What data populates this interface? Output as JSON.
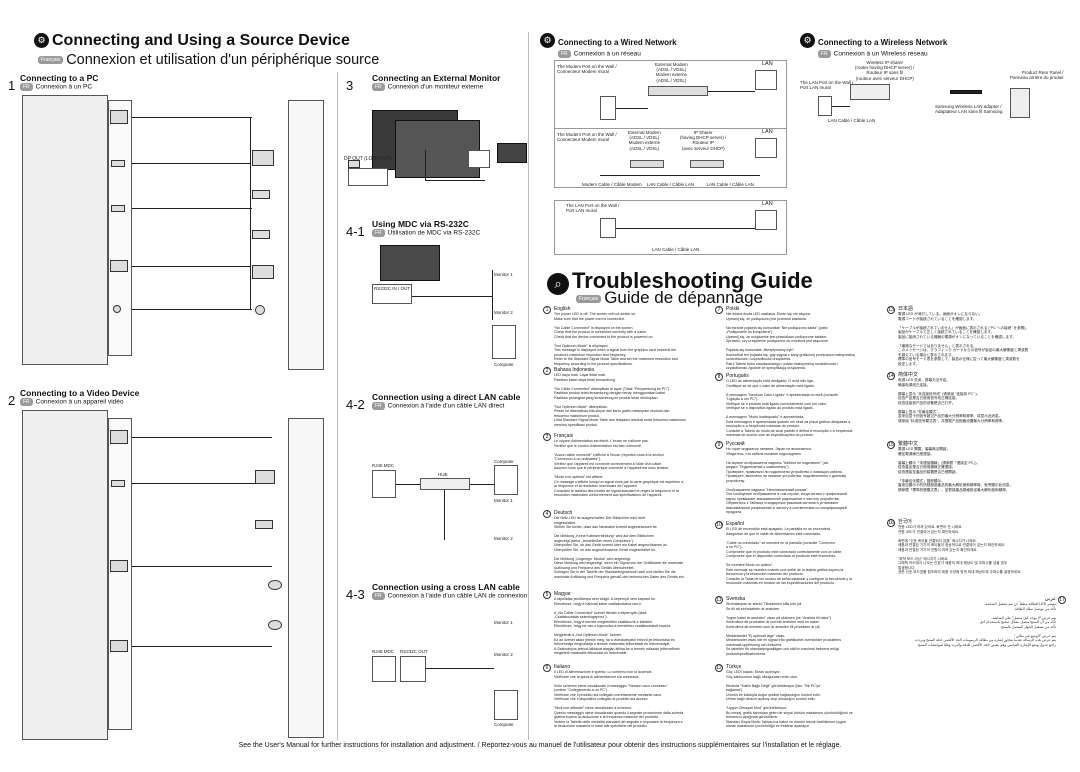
{
  "source": {
    "title": "Connecting and Using a Source Device",
    "badge": "Français",
    "title_fr": "Connexion et utilisation d'un périphérique source"
  },
  "pc": {
    "num": "1",
    "title": "Connecting to a PC",
    "title_fr": "Connexion à un PC"
  },
  "video": {
    "num": "2",
    "title": "Connecting to a Video Device",
    "title_fr": "Connexion à un appareil vidéo"
  },
  "monitor": {
    "num": "3",
    "title": "Connecting an External Monitor",
    "title_fr": "Connexion d'un moniteur externe",
    "dp_out": "DP OUT (LOOPOUT)"
  },
  "mdc": {
    "num": "4-1",
    "title": "Using MDC via RS-232C",
    "title_fr": "Utilisation de MDC via RS-232C",
    "port": "RS232C IN / OUT",
    "monitor1": "Monitor 1",
    "monitor2": "Monitor 2",
    "computer": "Computer"
  },
  "lan_direct": {
    "num": "4-2",
    "title": "Connection using a direct LAN cable",
    "title_fr": "Connexion à l'aide d'un câble LAN direct",
    "rj45": "RJ45 MDC",
    "hub": "HUB",
    "computer": "Computer",
    "monitor1": "Monitor 1",
    "monitor2": "Monitor 2"
  },
  "lan_cross": {
    "num": "4-3",
    "title": "Connection using a cross LAN cable",
    "title_fr": "Connexion à l'aide d'un câble LAN de connexion",
    "rj45": "RJ45 MDC",
    "rs232c": "RS232C OUT",
    "monitor1": "Monitor 1",
    "monitor2": "Monitor 2",
    "computer": "Computer"
  },
  "wired": {
    "title": "Connecting to a Wired Network",
    "title_fr": "Connexion à un réseau",
    "d1": {
      "wall": "The Modem Port on the Wall /\nConnecteur Modem mural",
      "ext": "External Modem\n(ADSL / VDSL)\nModem externe\n(ADSL / VDSL)",
      "lan": "LAN",
      "cable": "Modem Cable / Câble Modem",
      "lan_cable": "LAN Cable / Câble LAN"
    },
    "d2": {
      "wall": "The Modem Port on the Wall /\nConnecteur Modem mural",
      "ext": "External Modem\n(ADSL / VDSL)\nModem externe\n(ADSL / VDSL)",
      "sharer": "IP Sharer\n(having DHCP server) /\nRouteur IP\n(avec serveur DHCP)",
      "lan": "LAN",
      "cables": "Modem Cable / Câble Modem    LAN Cable / Câble LAN          LAN Cable / Câble LAN"
    },
    "d3": {
      "wall": "The LAN Port on the Wall /\nPort LAN mural",
      "lan": "LAN",
      "cable": "LAN Cable / Câble LAN"
    }
  },
  "wireless": {
    "title": "Connecting to a Wireless Network",
    "title_fr": "Connexion à un Wireless réseau",
    "sharer": "Wireless IP sharer\n(router having DHCP server) /\nRouteur IP sans fil\n(routeur avec serveur DHCP)",
    "wall": "The LAN Port on the Wall /\nPort LAN mural",
    "rear": "Product Rear Panel /\nPanneau arrière du produit",
    "adapter": "Samsung Wireless LAN adapter /\nAdaptateur LAN sans fil Samsung",
    "cable": "LAN Cable / Câble LAN"
  },
  "trouble": {
    "title": "Troubleshooting Guide",
    "title_fr": "Guide de dépannage"
  },
  "langs": [
    {
      "name": "English",
      "txt": "The power LED is off. The screen will not switch on.\nMake sure that the power cord is connected.\n\n\"No Cable Connected\" is displayed on the screen.\nCheck that the product is connected correctly with a cable.\nCheck that the device connected to the product is powered on.\n\n\"Not Optimum Mode\" is displayed.\nThis message is displayed when a signal from the graphics card exceeds the\nproduct's maximum resolution and frequency.\nRefer to the Standard Signal Mode Table and set the maximum resolution and\nfrequency according to the product specifications."
    },
    {
      "name": "Bahasa Indonesia",
      "txt": "LED daya mati. Layar tidak mati.\nPastikan kabel daya telah tersambung.\n\n\"No Cable Connected\" ditampilkan di layar (Tidak \"Penyambung ke PC\").\nPastikan produk telah tersambung dengan benar menggunakan kabel.\nPastikan perangkat yang tersambung ke produk telah dihidupkan.\n\n\"Not Optimum Mode\" ditampilkan.\nPesan ini ditampilkan bila sinyal dari kartu grafis melampaui resolusi dan\nfrekuensi maksimum produk.\nLihat Standard Signal Mode Table dan tetapkan resolusi serta frekuensi maksimum\nmenurut spesifikasi produk."
    },
    {
      "name": "Français",
      "txt": "Le voyant d'alimentation est éteint. L'écran ne s'allume pas.\nVérifiez que le cordon d'alimentation est bien connecté.\n\n\"Aucun câble connecté\" s'affiche à l'écran (reportez-vous à la section\n\"Connexion à un ordinateur\").\nVérifiez que l'appareil est connecté correctement à l'aide d'un câble.\nAssurez-vous que le périphérique connecté à l'appareil est sous tension.\n\n\"Mode non optimal\" est affiché.\nCe message s'affiche lorsqu'un signal émis par la carte graphique est supérieur à\nla fréquence et la résolution maximales de l'appareil.\nConsultez le tableau des modes de signal standard et réglez la fréquence et la\nrésolution maximales conformément aux spécifications de l'appareil."
    },
    {
      "name": "Deutsch",
      "txt": "Die Netz-LED ist ausgeschaltet. Der Bildschirm wird nicht\neingeschaltet.\nStellen Sie sicher, dass das Netzkabel korrekt angeschlossen ist.\n\nDie Meldung „Keine Kabelverbindung\" wird auf dem Bildschirm\nangezeigt (siehe „Anschließen eines Computers\").\nÜberprüfen Sie, ob das Gerät korrekt über ein Kabel angeschlossen ist.\nÜberprüfen Sie, ob das angeschlossene Gerät eingeschaltet ist.\n\nDie Meldung „Ungeeign. Modus\" wird angezeigt.\nDiese Meldung wird angezeigt, wenn ein Signal von der Grafikkarte die maximale\nAuflösung und Frequenz des Geräts überschreitet.\nSchlagen Sie in der Tabelle der Standardsignalmodi nach und stellen Sie die\nmaximale Auflösung und Frequenz gemäß den technischen Daten des Geräts ein."
    },
    {
      "name": "Magyar",
      "txt": "A tápellátás jelzőlámpa nem világít. A képernyő nem kapcsol be.\nEllenőrizze, hogy a hálózati kábel csatlakoztatva van-e.\n\nA „No Cable Connected\" üzenet látható a képernyőn (lásd:\n„Csatlakoztatás számítógéphez\").\nEllenőrizze, hogy a termék megfelelően csatlakozik-e kábellel.\nEllenőrizze, hogy be van-e kapcsolva a termékhez csatlakoztatott eszköz.\n\nMegjelenik a „Not Optimum Mode\" üzenet.\nEz az üzenet akkor jelenik meg, ha a videokártyától érkező jel felbontása és\nfrekvenciája meghaladja a termék maximális felbontását és frekvenciáját.\nA Szabványos jelmód táblázat alapján állítsa be a termék műszaki jellemzőinek\nmegfelelő maximális felbontást és frekvenciát."
    },
    {
      "name": "Italiano",
      "txt": "Il LED di alimentazione è spento. Lo schermo non si accende.\nVerificare che la spina di alimentazione sia connessa.\n\nSullo schermo viene visualizzato il messaggio \"Nessun cavo connesso\"\n(vedere \"Collegamento a un PC\").\nVerificare che il prodotto sia collegato correttamente mediante cavo.\nVerificare che il dispositivo collegato al prodotto sia acceso.\n\n\"Mod non ottimale\" viene visualizzato a schermo.\nQuesto messaggio viene visualizzato quando il segnale proveniente dalla scheda\ngrafica supera la risoluzione e la frequenza massime del prodotto.\nVedere la Tabella delle modalità standard del segnale e impostare la frequenza e\nla risoluzione massima in base alle specifiche del prodotto."
    },
    {
      "name": "Polski",
      "txt": "Nie świeci dioda LED zasilania. Ekran się nie włącza.\nUpewnij się, że podłączono jest przewód zasilania.\n\nNa ekranie pojawia się komunikat \"Nie podłączono kabla\" (patrz\n„Podłączanie do komputera\").\nUpewnij się, że urządzenie jest prawidłowo podłączone kablem.\nSprawdź, czy urządzenie podłączone do monitora jest włączone.\n\nPojawia się komunikat „Nieoptymalny tryb\".\nKomunikat ten pojawia się, gdy sygnał z karty graficznej przekracza maksymalną\nrozdzielczość i częstotliwość urządzenia.\nPatrz Tabela trybu standardowego i ustaw maksymalną rozdzielczość i\nczęstotliwość zgodnie ze specyfikacją urządzenia."
    },
    {
      "name": "Português",
      "txt": "O LED de alimentação está desligado. O ecrã não liga.\nCertifique-se de que o cabo de alimentação está ligado.\n\nA mensagem \"Nenhum Cabo Ligado\" é apresentada no ecrã (consulte\n\"Ligação a um PC\").\nVerifique se o produto está ligado correctamente com um cabo.\nVerifique se o dispositivo ligado ao produto está ligado.\n\nA mensagem \"Modo inadequado\" é apresentada.\nEsta mensagem é apresentada quando um sinal da placa gráfica ultrapassa a\nresolução e a frequência máximas do produto.\nConsulte a Tabela do modo de sinal padrão e defina a resolução e a frequência\nmáximas de acordo com as especificações do produto."
    },
    {
      "name": "Русский",
      "txt": "Не горит индикатор питания. Экран не включается.\nУбедитесь, что кабель питания подсоединен.\n\nНа экране отображается надпись \"Кабель не подключен\" (см.\nраздел \"Подключение к компьютеру\").\nПроверьте, правильно ли подключено устройство с помощью кабеля.\nПроверьте, включено ли питание устройства, подключенного к данному\nустройству.\n\nОтображается надпись \"Неоптимальный режим\".\nЭто сообщение отображается в том случае, когда сигнал с графической\nкарты превышает максимальное разрешение и частоту устройства.\nОбратитесь к Таблице стандартных режимов сигнала и установите\nмаксимальное разрешение и частоту в соответствии со спецификацией\nпродукта."
    },
    {
      "name": "Español",
      "txt": "El LED de encendido está apagado. La pantalla no se encenderá.\nAsegúrese de que el cable de alimentación esté conectado.\n\n\"Cable no conectado\" se muestra en la pantalla (consulte \"Conexión\na un PC\").\nCompruebe que el producto esté conectado correctamente con un cable.\nCompruebe que el dispositivo conectado al producto esté encendido.\n\nSe muestra\"Modo no óptimo\".\nEste mensaje se muestra cuando una señal de la tarjeta gráfica supera la\nfrecuencia y la resolución máximas del producto.\nConsulte la Tabla de los modos de señal estándar y configure la frecuencia y la\nresolución máximas en función de las especificaciones del producto."
    },
    {
      "name": "Svenska",
      "txt": "Strömlampan är släckt. Tillskärmen slås inte på.\nSe till att strömkabeln är ansluten.\n\n\"Ingen kabel är ansluten\" visas på skärmen (se \"Ansluta till dator\").\nKontrollera att produkten är korrekt ansluten med en kabel.\nKontrollera att enheten som är ansluten till produkten är på.\n\nMeddelandet \"Ej optimalt läge\" visas.\nMeddelandet visas när en signal från grafikkortet överskrider produktens\nmaximala upplösning och frekvens.\nSe tabellen för standardsignallägen och ställ in maximal frekvens enligt\nproduktspecifikationerna."
    },
    {
      "name": "Türkçe",
      "txt": "Güç LED'i kapalı. Ekran açılmıyor.\nGüç kablosunun bağlı olduğundan emin olun.\n\nEkranda \"Kablo Bağlı Değil\" görüntüleniyor (bkz. \"Bir PC'ye\nbağlama\").\nÜrünün bir kabloyla doğru şekilde bağlandığını kontrol edin.\nÜrüne bağlı cihazın açılmış olup olmadığını kontrol edin.\n\n\"Uygun Olmayan Mod\" görüntüleniyor.\nBu mesaj, grafik kartından gelen bir sinyal ürünün maksimum çözünürlüğünü ve\nfrekansını aştığında görüntülenir.\nStandart Sinyal Modu Tablosu'na bakın ve ürünün teknik özelliklerine uygun\nolarak maksimum çözünürlüğü ve frekansı ayarlayın."
    },
    {
      "name": "日本語",
      "txt": "電源 LED が消灯している。画面がオンにならない。\n電源コードが接続されていることを確認します。\n\n「ケーブルが接続されていません」が画面に表示される (\"PC への接続\" を参照)。\n製品がケーブルで正しく接続されていることを確認します。\n製品に接続されている機器の電源がオンになっていることを確認します。\n\n「最適なモードではありません」と表示される。\nこのメッセージは、グラフィック カードからの信号が製品の最大解像度と周波数\nを超えている場合に表示されます。\n標準の信号モード表を参照して、製品の仕様に従って最大解像度と周波数を\n設定します。"
    },
    {
      "name": "简体中文",
      "txt": "电源 LED 关闭。屏幕无法开启。\n确保电源线已连接。\n\n屏幕上显示 \"未连接信号线\" (请参阅 \"连接到 PC\" )。\n检查产品是否已使用信号线正确连接。\n检查连接到产品的设备是否已打开。\n\n屏幕上显示 \"非最佳模式\"。\n若来自显卡的信号超过产品的最大分辨率和频率，将显示此消息。\n请参阅 \"标准信号模式表\"，并根据产品规格设置最大分辨率和频率。"
    },
    {
      "name": "繁體中文",
      "txt": "電源 LED 關閉。螢幕無法開啟。\n確定電源線已經連接。\n\n螢幕上顯示「未連接纜線」(請參閱「連接至 PC」)。\n檢查產品是否已使用纜線正確連接。\n檢查連接至產品的裝置是否已經開啟。\n\n「非最佳化模式」隨即顯示。\n當來自顯示卡的訊號超過產品的最大解析度和頻率時，就會顯示此訊息。\n請參閱「標準訊號模式表」，並根據產品規格設定最大解析度和頻率。"
    },
    {
      "name": "한국어",
      "txt": "전원 LED가 꺼져 있어요. 화면이 안 나와요.\n전원 코드가 연결되어 있는지 확인하세요.\n\n화면에 \"신호 케이블 연결되지 않음\" 메시지가 나와요.\n제품과 연결된 기기의 케이블이 정상적으로 연결되어 있는지 확인하세요.\n제품과 연결된 기기의 전원이 켜져 있는지 확인하세요.\n\n\"최적 모드 아님\" 메시지가 나와요.\n그래픽 카드에서 나오는 신호가 제품의 최대 해상도 및 주파수를 넘을 경우\n발생합니다.\n표준 신호 모드표를 참조하여 제품 사양에 맞게 최대 해상도와 주파수를 설정하세요."
    },
    {
      "name": "عربي",
      "txt": "مؤشر LED الطاقة مطفأ. لن يتم تشغيل الشاشة.\nتأكد من توصيل سلك الطاقة.\n\nيتم عرض \"لا يوجد كبل متصل\" على الشاشة.\nتأكد من أن المنتج متصل بشكل صحيح باستخدام كبل.\nتأكد من تشغيل الجهاز المتصل بالمنتج.\n\nيتم عرض \"الوضع غير مثالي\".\nيتم عرض هذه الرسالة عندما تتجاوز إشارة من بطاقة الرسومات الحد الأقصى لدقة المنتج وتردده.\nراجع جدول وضع الإشارة القياسي وقم بتعيين الحد الأقصى للدقة والتردد وفقًا لمواصفات المنتج."
    }
  ],
  "footer": "See the User's Manual for further instructions for installation and adjustment. / Reportez-vous au manuel de l'utilisateur pour obtenir des instructions supplémentaires sur l'installation et le réglage."
}
